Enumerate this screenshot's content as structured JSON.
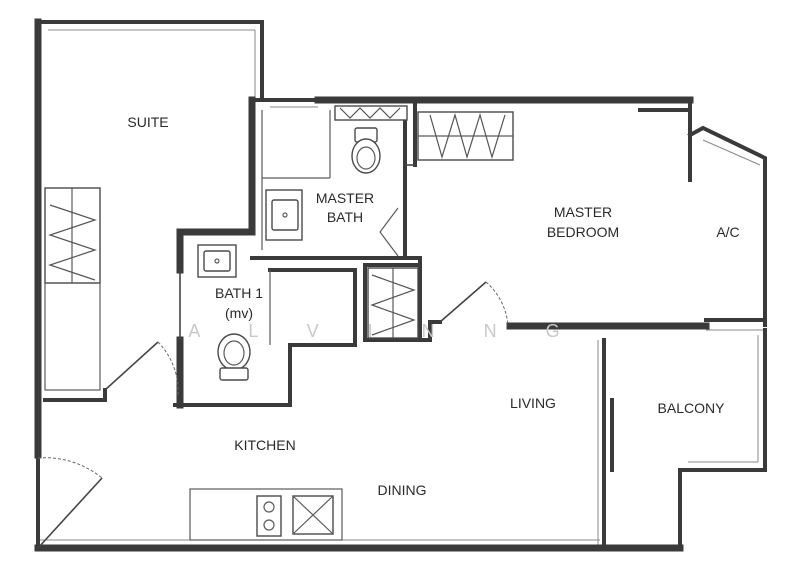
{
  "rooms": {
    "suite": "SUITE",
    "master_bath_line1": "MASTER",
    "master_bath_line2": "BATH",
    "master_bedroom_line1": "MASTER",
    "master_bedroom_line2": "BEDROOM",
    "ac": "A/C",
    "bath1_line1": "BATH 1",
    "bath1_line2": "(mv)",
    "living": "LIVING",
    "balcony": "BALCONY",
    "kitchen": "KITCHEN",
    "dining": "DINING"
  },
  "watermark": "A L V I N   N G",
  "colors": {
    "wall": "#3a3a3a",
    "background": "#ffffff"
  }
}
